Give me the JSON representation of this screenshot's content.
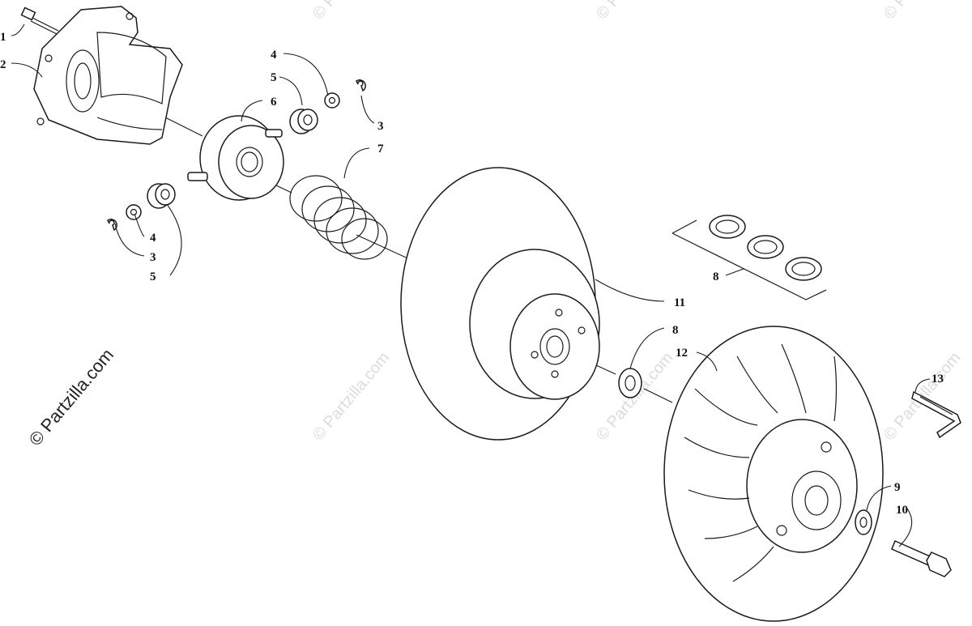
{
  "copyright_text": "© Partzilla.com",
  "watermark_text": "© Partzilla.com",
  "callouts": [
    "1",
    "2",
    "4",
    "5",
    "6",
    "3",
    "7",
    "4",
    "3",
    "5",
    "8",
    "11",
    "8",
    "12",
    "13",
    "9",
    "10"
  ],
  "colors": {
    "line": "#1a1a1a",
    "watermark": "#dcdcdc",
    "background": "#ffffff"
  }
}
